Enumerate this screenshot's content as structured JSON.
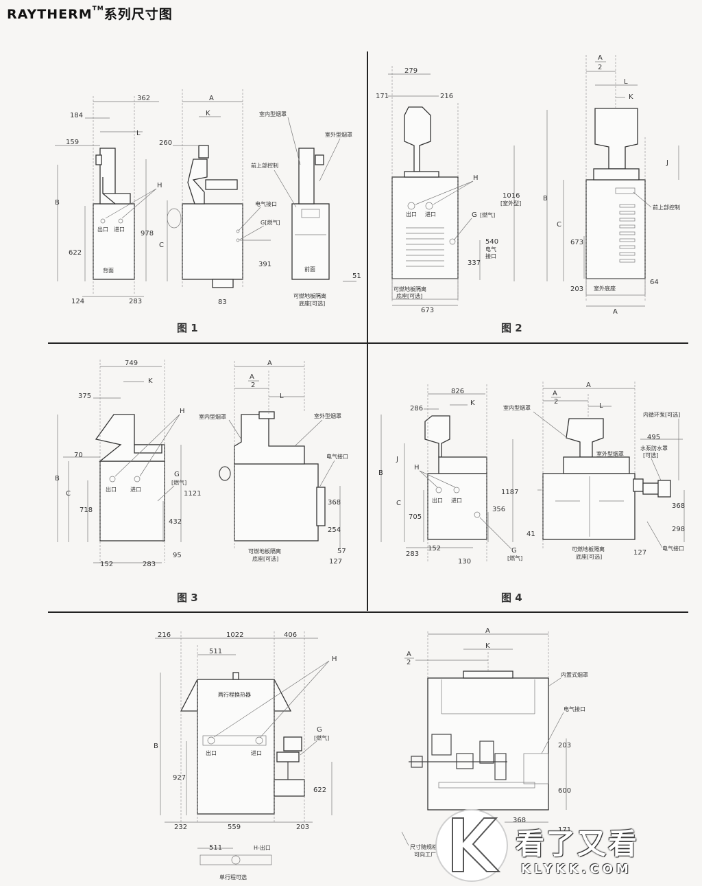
{
  "title_main": "RAYTHERM",
  "title_tm": "TM",
  "title_rest": "系列尺寸图",
  "figures": {
    "fig1": "图 1",
    "fig2": "图 2",
    "fig3": "图 3",
    "fig4": "图 4"
  },
  "labels": {
    "indoor_hood": "室内型烟罩",
    "outdoor_hood": "室外型烟罩",
    "front_top_control": "前上部控制",
    "electrical": "电气接口",
    "gas_g": "G[燃气]",
    "outlet": "出口",
    "inlet": "进口",
    "back": "背面",
    "front": "前面",
    "floor_base": "可燃地板隔离",
    "floor_base2": "底座[可选]",
    "outdoor_base": "室外底座",
    "internal_pump": "内循环泵[可选]",
    "pump_hood": "水泵防水罩",
    "optional": "[可选]",
    "two_pass": "两行程换热器",
    "h_outlet": "H-出口",
    "single_pass": "单行程可选",
    "built_in_hood": "内置式烟罩",
    "size_change": "尺寸随规格变化",
    "consult_factory": "可向工厂咨询",
    "electrical_interface": "电气",
    "interface": "接口",
    "gas": "[燃气]",
    "outdoor_type": "[室外型]"
  },
  "dims": {
    "d1_362": "362",
    "d1_184": "184",
    "d1_159": "159",
    "d1_L": "L",
    "d1_B": "B",
    "d1_H": "H",
    "d1_622": "622",
    "d1_978": "978",
    "d1_124": "124",
    "d1_283": "283",
    "d1_A": "A",
    "d1_K": "K",
    "d1_260": "260",
    "d1_C": "C",
    "d1_391": "391",
    "d1_83": "83",
    "d1_51": "51",
    "d2_279": "279",
    "d2_171": "171",
    "d2_216": "216",
    "d2_1016": "1016",
    "d2_540": "540",
    "d2_337": "337",
    "d2_673": "673",
    "d2_G": "G",
    "d2_A2": "A",
    "d2_2": "2",
    "d2_L": "L",
    "d2_K": "K",
    "d2_J": "J",
    "d2_B": "B",
    "d2_C": "C",
    "d2_673b": "673",
    "d2_203": "203",
    "d2_64": "64",
    "d2_A": "A",
    "d3_749": "749",
    "d3_K": "K",
    "d3_375": "375",
    "d3_H": "H",
    "d3_70": "70",
    "d3_B": "B",
    "d3_C": "C",
    "d3_718": "718",
    "d3_G": "G",
    "d3_1121": "1121",
    "d3_432": "432",
    "d3_95": "95",
    "d3_152": "152",
    "d3_283": "283",
    "d3_A": "A",
    "d3_A2": "A",
    "d3_2": "2",
    "d3_L": "L",
    "d3_368": "368",
    "d3_254": "254",
    "d3_57": "57",
    "d3_127": "127",
    "d4_826": "826",
    "d4_K": "K",
    "d4_286": "286",
    "d4_J": "J",
    "d4_B": "B",
    "d4_H": "H",
    "d4_C": "C",
    "d4_705": "705",
    "d4_1187": "1187",
    "d4_356": "356",
    "d4_283": "283",
    "d4_152": "152",
    "d4_130": "130",
    "d4_G": "G",
    "d4_A": "A",
    "d4_A2": "A",
    "d4_2": "2",
    "d4_L": "L",
    "d4_495": "495",
    "d4_368": "368",
    "d4_298": "298",
    "d4_41": "41",
    "d4_127": "127",
    "d5_216": "216",
    "d5_1022": "1022",
    "d5_406": "406",
    "d5_511": "511",
    "d5_H": "H",
    "d5_G": "G",
    "d5_B": "B",
    "d5_927": "927",
    "d5_622": "622",
    "d5_232": "232",
    "d5_559": "559",
    "d5_203": "203",
    "d5_511b": "511",
    "d6_A": "A",
    "d6_K": "K",
    "d6_A2": "A",
    "d6_2": "2",
    "d6_203": "203",
    "d6_600": "600",
    "d6_368": "368",
    "d6_171": "171"
  },
  "watermark": {
    "text": "看了又看",
    "url": "KLYKK.COM"
  }
}
